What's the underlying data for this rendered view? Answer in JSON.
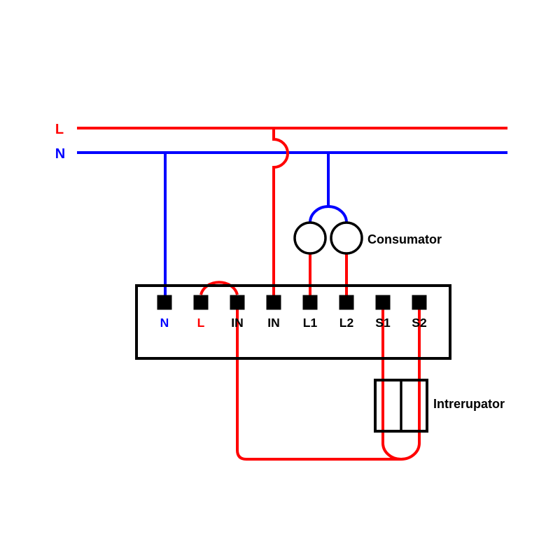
{
  "colors": {
    "live": "#ff0000",
    "neutral": "#0000ff",
    "outline": "#000000",
    "background": "#ffffff"
  },
  "bus": {
    "live_label": "L",
    "neutral_label": "N"
  },
  "device": {
    "terminals": [
      {
        "label": "N",
        "color": "#0000ff"
      },
      {
        "label": "L",
        "color": "#ff0000"
      },
      {
        "label": "IN",
        "color": "#000000"
      },
      {
        "label": "IN",
        "color": "#000000"
      },
      {
        "label": "L1",
        "color": "#000000"
      },
      {
        "label": "L2",
        "color": "#000000"
      },
      {
        "label": "S1",
        "color": "#000000"
      },
      {
        "label": "S2",
        "color": "#000000"
      }
    ]
  },
  "consumer": {
    "label": "Consumator",
    "lamp_count": 2
  },
  "switch": {
    "label": "Intrerupator",
    "gangs": 2
  }
}
